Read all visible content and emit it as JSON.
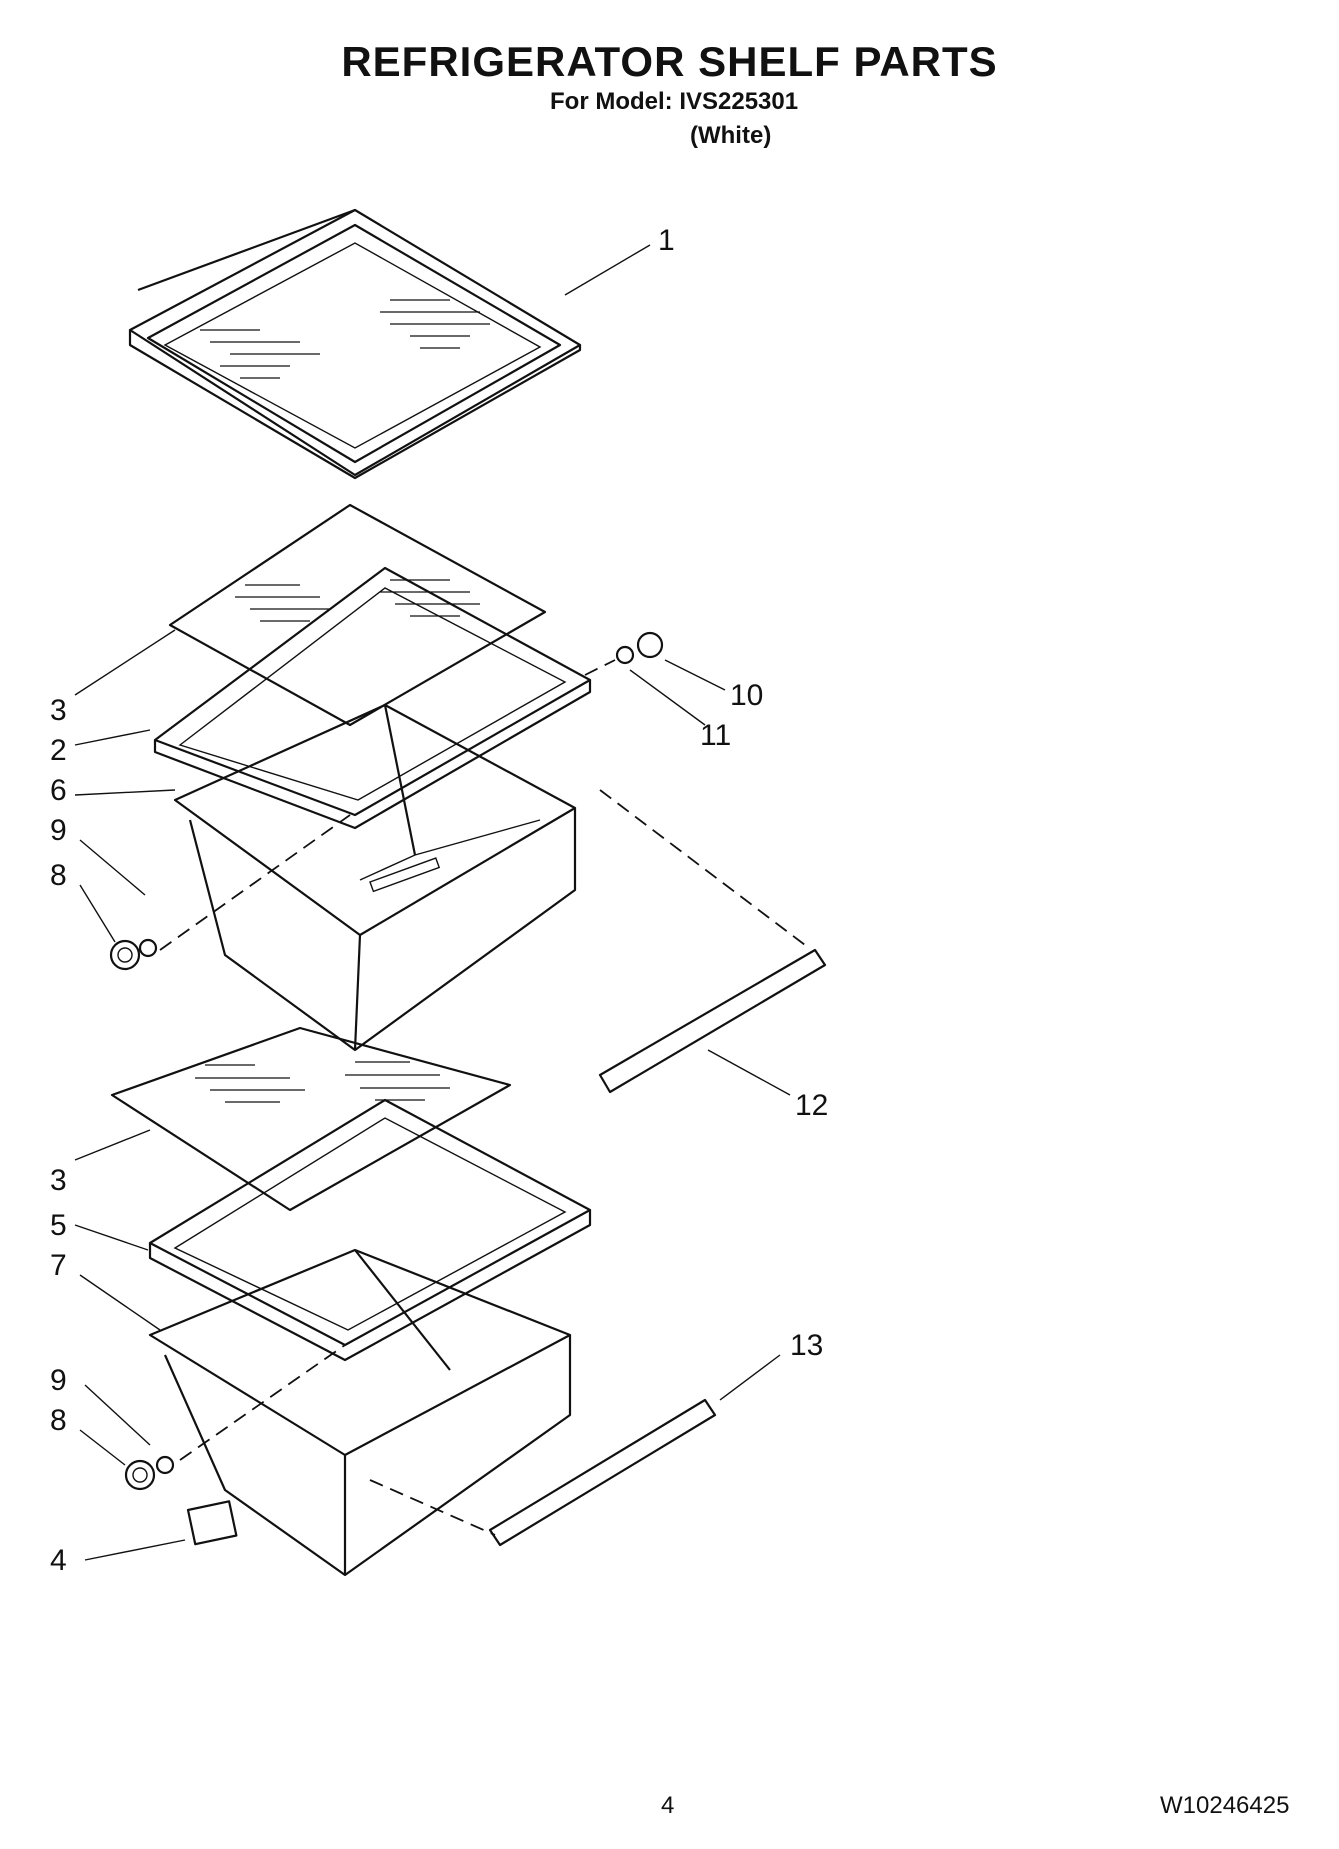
{
  "header": {
    "title": "REFRIGERATOR SHELF PARTS",
    "model": "For Model: IVS225301",
    "color": "(White)"
  },
  "callouts": [
    "1",
    "3",
    "2",
    "6",
    "9",
    "8",
    "10",
    "11",
    "12",
    "3",
    "5",
    "7",
    "9",
    "8",
    "13",
    "4"
  ],
  "footer": {
    "page_number": "4",
    "document_number": "W10246425"
  }
}
